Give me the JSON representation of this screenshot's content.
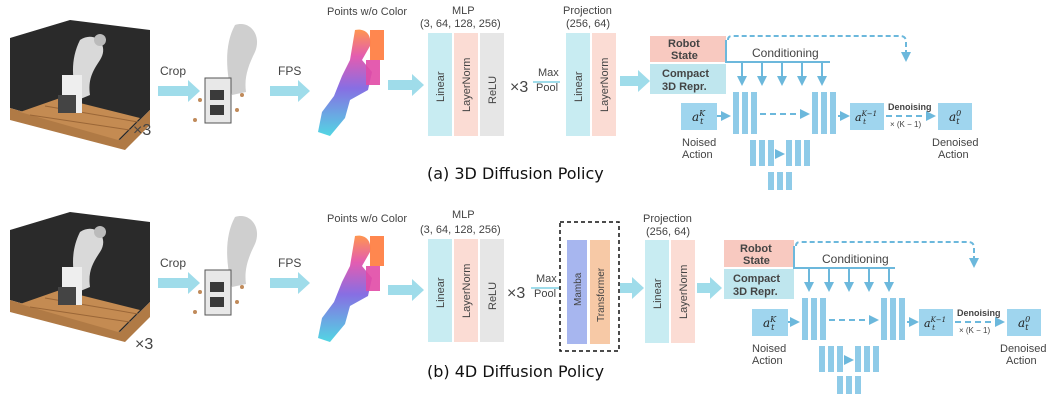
{
  "panels": [
    {
      "caption": "(a) 3D Diffusion Policy",
      "multiplier_scene": "×3",
      "crop_label": "Crop",
      "fps_label": "FPS",
      "points_label": "Points w/o Color",
      "mlp_title": "MLP",
      "mlp_dims": "(3, 64, 128, 256)",
      "mlp_layers": [
        "Linear",
        "LayerNorm",
        "ReLU"
      ],
      "mlp_repeat": "×3",
      "maxpool_label_1": "Max",
      "maxpool_label_2": "Pool",
      "projection_title": "Projection",
      "projection_dims": "(256, 64)",
      "projection_layers": [
        "Linear",
        "LayerNorm"
      ],
      "robot_state_1": "Robot",
      "robot_state_2": "State",
      "compact_1": "Compact",
      "compact_2": "3D Repr.",
      "conditioning": "Conditioning",
      "noised_action_1": "Noised",
      "noised_action_2": "Action",
      "denoising": "Denoising",
      "denoising_steps": "× (K − 1)",
      "denoised_action_1": "Denoised",
      "denoised_action_2": "Action"
    },
    {
      "caption": "(b) 4D Diffusion Policy",
      "multiplier_scene": "×3",
      "crop_label": "Crop",
      "fps_label": "FPS",
      "points_label": "Points w/o Color",
      "mlp_title": "MLP",
      "mlp_dims": "(3, 64, 128, 256)",
      "mlp_layers": [
        "Linear",
        "LayerNorm",
        "ReLU"
      ],
      "mlp_repeat": "×3",
      "maxpool_label_1": "Max",
      "maxpool_label_2": "Pool",
      "temporal_layers": [
        "Mamba",
        "Transformer"
      ],
      "projection_title": "Projection",
      "projection_dims": "(256, 64)",
      "projection_layers": [
        "Linear",
        "LayerNorm"
      ],
      "robot_state_1": "Robot",
      "robot_state_2": "State",
      "compact_1": "Compact",
      "compact_2": "3D Repr.",
      "conditioning": "Conditioning",
      "noised_action_1": "Noised",
      "noised_action_2": "Action",
      "denoising": "Denoising",
      "denoising_steps": "× (K − 1)",
      "denoised_action_1": "Denoised",
      "denoised_action_2": "Action"
    }
  ],
  "colors": {
    "arrow": "#9fdcea",
    "linear": "#c8ecf2",
    "layernorm": "#fbdcd4",
    "relu": "#e6e6e6",
    "mamba": "#a7b6ef",
    "transformer": "#f7c9a6",
    "robot_state": "#f8c9c0",
    "compact": "#bfe6ee",
    "unet": "#8fcbe8",
    "action": "#9fd5ee"
  }
}
